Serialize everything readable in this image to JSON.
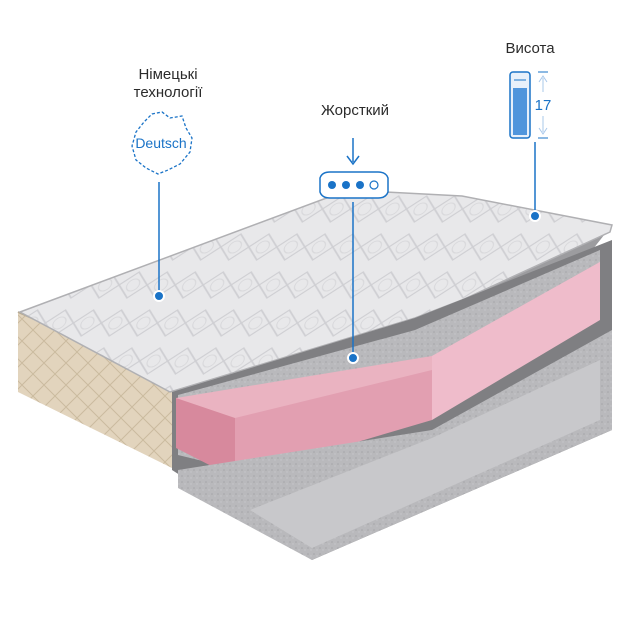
{
  "features": {
    "germany": {
      "label_line1": "Німецькі",
      "label_line2": "технології",
      "badge": "Deutsch",
      "icon": "germany-map-icon"
    },
    "hardness": {
      "label": "Жорсткий",
      "level": 3,
      "max_level": 4,
      "icon": "firmness-dots-icon"
    },
    "height": {
      "label": "Висота",
      "value": "17",
      "icon": "height-ruler-icon"
    }
  },
  "colors": {
    "accent": "#1a73c7",
    "quilt_top": "#e9e9ec",
    "side_beige": "#e3d6c0",
    "foam_pink": "#e6a9b8",
    "felt_gray": "#8d8d90"
  }
}
